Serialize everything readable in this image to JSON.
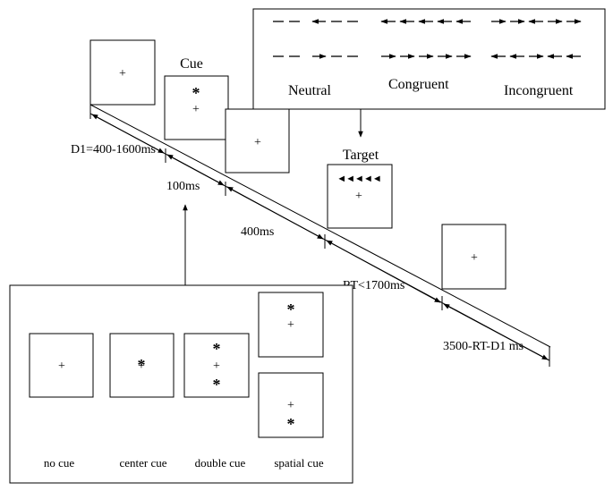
{
  "fixation": "+",
  "asterisk": "*",
  "cue_label": "Cue",
  "target_label": "Target",
  "target_arrows": "◄◄◄◄◄",
  "flanker_conditions": {
    "neutral": "Neutral",
    "congruent": "Congruent",
    "incongruent": "Incongruent"
  },
  "timeline": {
    "d1": "D1=400-1600ms",
    "cue_duration": "100ms",
    "isi": "400ms",
    "rt": "RT<1700ms",
    "remainder": "3500-RT-D1 ms"
  },
  "cue_types": {
    "no_cue": "no cue",
    "center_cue": "center cue",
    "double_cue": "double cue",
    "spatial_cue": "spatial cue"
  }
}
